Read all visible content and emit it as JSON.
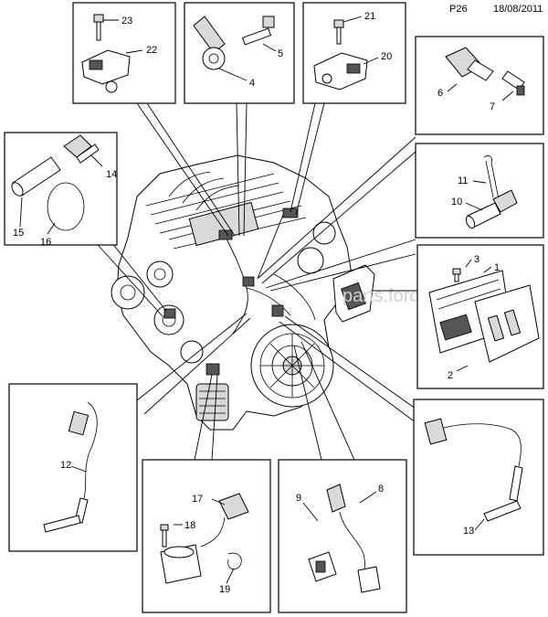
{
  "header": {
    "page_code": "P26",
    "date": "18/08/2011"
  },
  "watermark": "parts.ford.ru",
  "callouts": {
    "c1": "1",
    "c2": "2",
    "c3": "3",
    "c4": "4",
    "c5": "5",
    "c6": "6",
    "c7": "7",
    "c8": "8",
    "c9": "9",
    "c10": "10",
    "c11": "11",
    "c12": "12",
    "c13": "13",
    "c14": "14",
    "c15": "15",
    "c16": "16",
    "c17": "17",
    "c18": "18",
    "c19": "19",
    "c20": "20",
    "c21": "21",
    "c22": "22",
    "c23": "23"
  },
  "colors": {
    "line": "#000000",
    "background": "#ffffff",
    "shade": "#d9d9d9"
  }
}
